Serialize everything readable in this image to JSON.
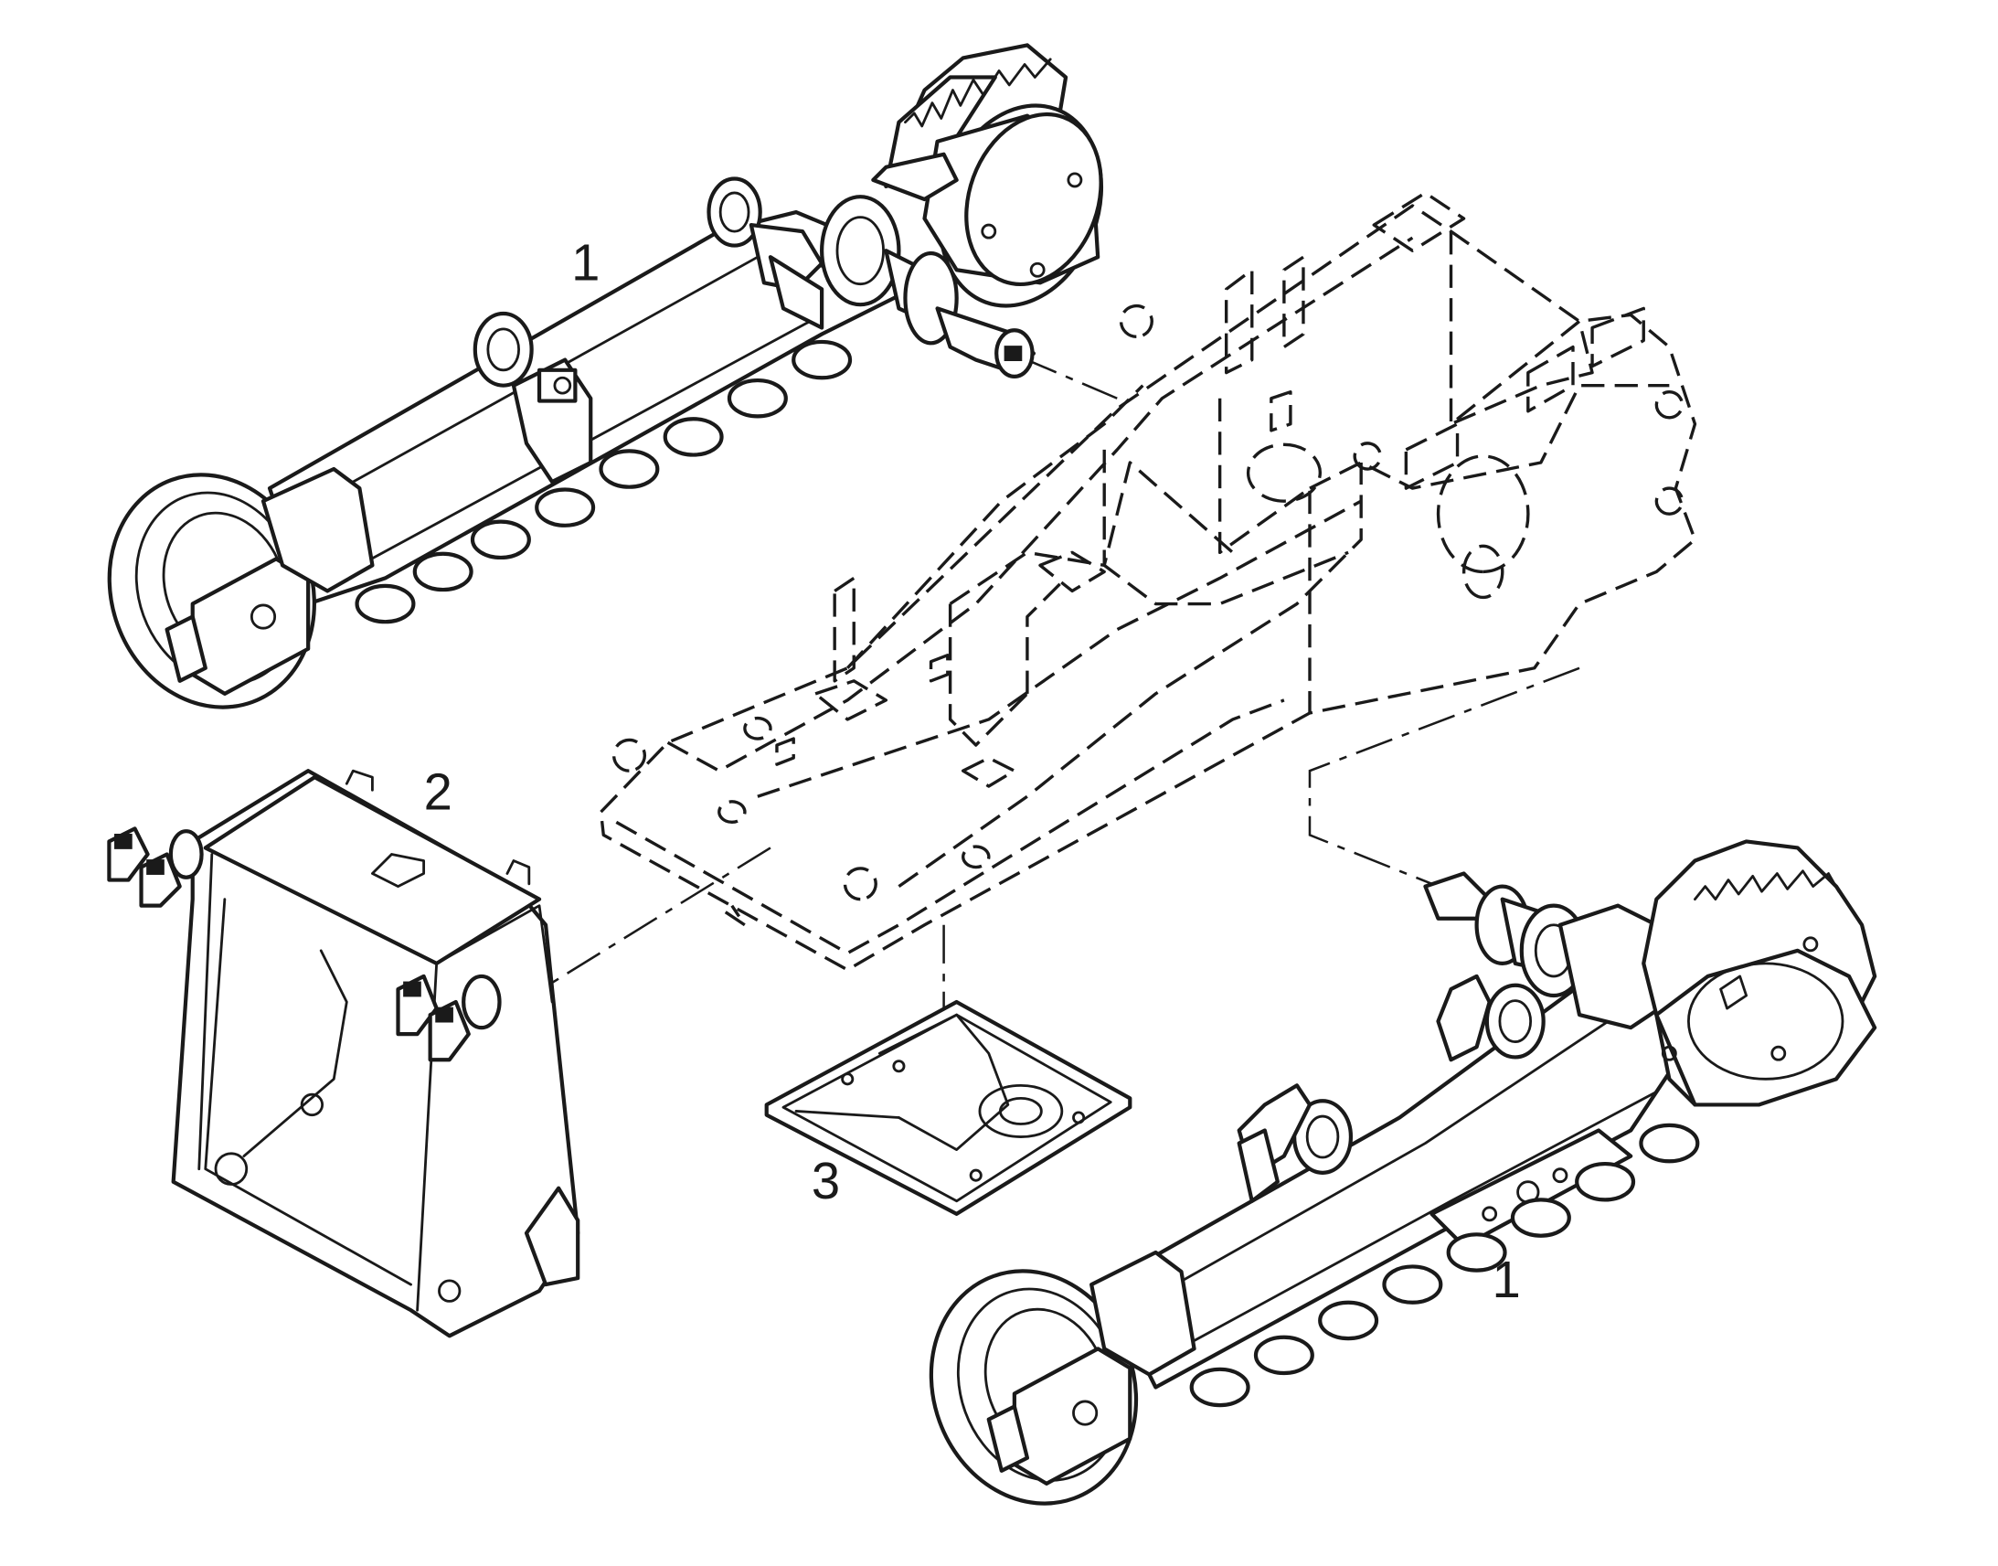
{
  "diagram": {
    "callouts": [
      {
        "id": "track-upper",
        "label": "1"
      },
      {
        "id": "box-counterweight",
        "label": "2"
      },
      {
        "id": "plate-mount",
        "label": "3"
      },
      {
        "id": "track-lower",
        "label": "1"
      }
    ]
  },
  "colors": {
    "ink": "#1a1a1a",
    "paper": "#ffffff"
  }
}
